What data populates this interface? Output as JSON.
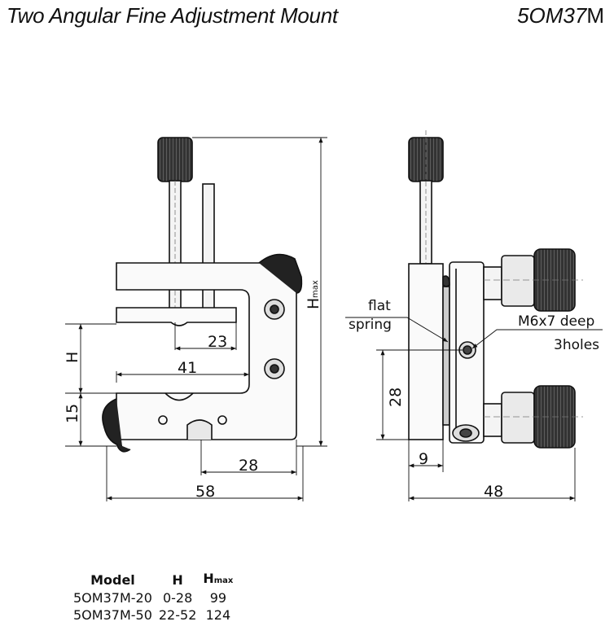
{
  "header": {
    "title": "Two Angular Fine Adjustment Mount",
    "model_code": "5OM37",
    "model_suffix": "M"
  },
  "front_view": {
    "dim_23": "23",
    "dim_41": "41",
    "dim_H": "H",
    "dim_15": "15",
    "dim_28": "28",
    "dim_58": "58",
    "dim_Hmax_main": "H",
    "dim_Hmax_sub": "max"
  },
  "side_view": {
    "label_flat": "flat",
    "label_spring": "spring",
    "label_thread": "M6x7 deep",
    "label_holes": "3holes",
    "dim_28": "28",
    "dim_9": "9",
    "dim_48": "48"
  },
  "spec_table": {
    "headers": {
      "model": "Model",
      "h": "H",
      "hmax_main": "H",
      "hmax_sub": "max"
    },
    "rows": [
      {
        "model": "5OM37M-20",
        "h": "0-28",
        "hmax": "99"
      },
      {
        "model": "5OM37M-50",
        "h": "22-52",
        "hmax": "124"
      }
    ]
  }
}
